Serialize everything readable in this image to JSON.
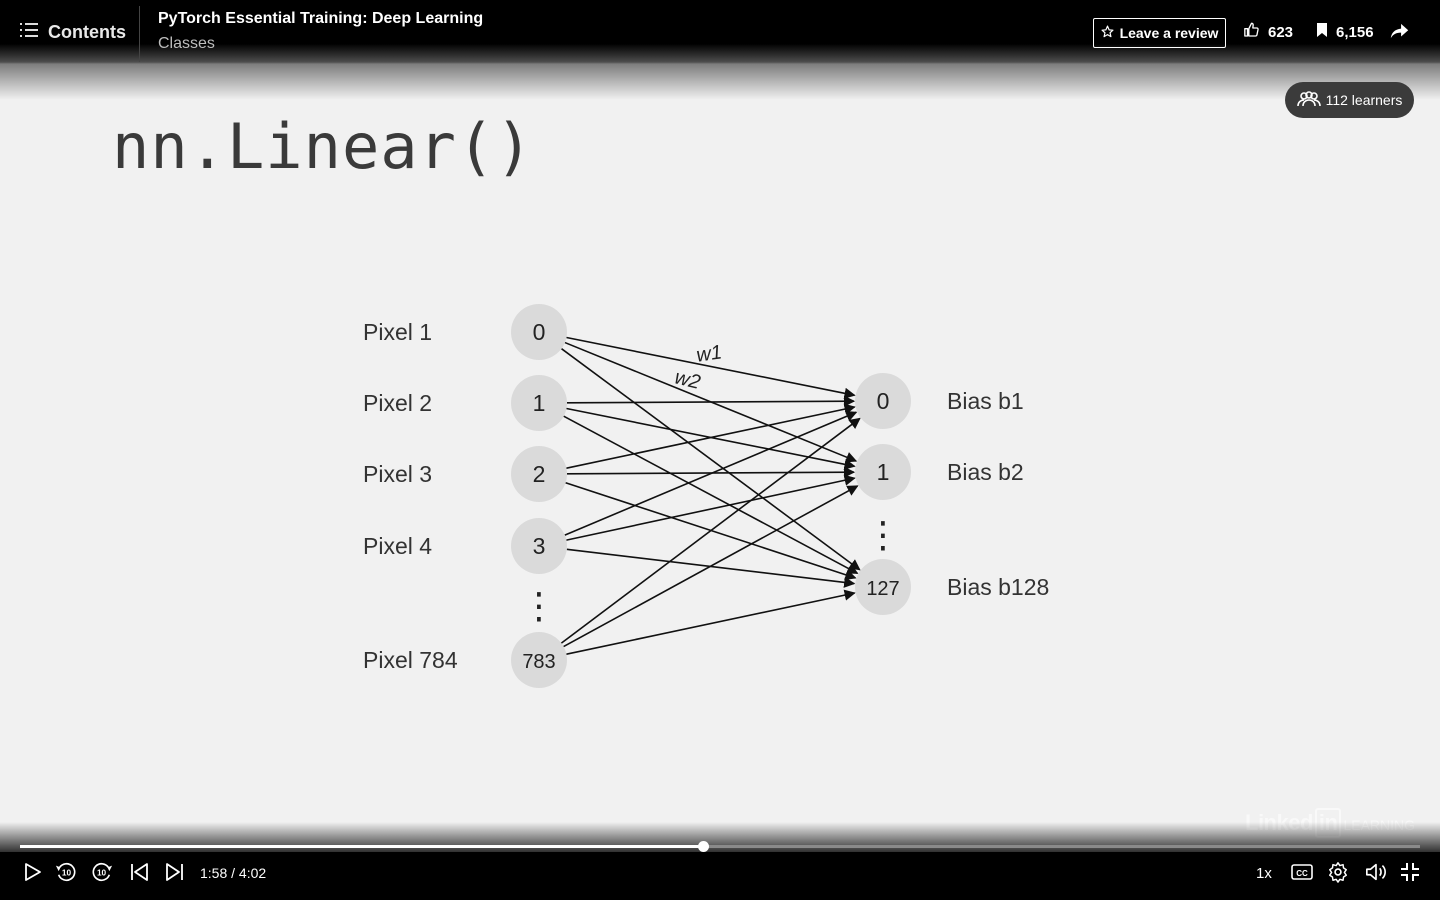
{
  "header": {
    "contents_label": "Contents",
    "course_title": "PyTorch Essential Training: Deep Learning",
    "chapter_title": "Classes",
    "review_label": "Leave a review",
    "likes": "623",
    "saves": "6,156"
  },
  "learners_badge": "112 learners",
  "slide": {
    "title": "nn.Linear()",
    "inputs": [
      {
        "label": "Pixel 1",
        "node": "0"
      },
      {
        "label": "Pixel 2",
        "node": "1"
      },
      {
        "label": "Pixel 3",
        "node": "2"
      },
      {
        "label": "Pixel 4",
        "node": "3"
      },
      {
        "label": "Pixel 784",
        "node": "783"
      }
    ],
    "outputs": [
      {
        "label": "Bias b1",
        "node": "0"
      },
      {
        "label": "Bias b2",
        "node": "1"
      },
      {
        "label": "Bias b128",
        "node": "127"
      }
    ],
    "weights": [
      "w1",
      "w2"
    ],
    "ellipsis": "⋮"
  },
  "watermark": {
    "linked": "Linked",
    "in": "in",
    "learning": "LEARNING"
  },
  "player": {
    "current_time": "1:58",
    "total_time": "4:02",
    "time_text": "1:58 / 4:02",
    "progress": 0.4875,
    "speed": "1x"
  },
  "icons": [
    "contents-list-icon",
    "star-icon",
    "thumbs-up-icon",
    "bookmark-icon",
    "share-icon",
    "learners-group-icon",
    "play-icon",
    "rewind-10-icon",
    "forward-10-icon",
    "previous-icon",
    "next-icon",
    "closed-captions-icon",
    "settings-gear-icon",
    "volume-icon",
    "exit-fullscreen-icon"
  ]
}
